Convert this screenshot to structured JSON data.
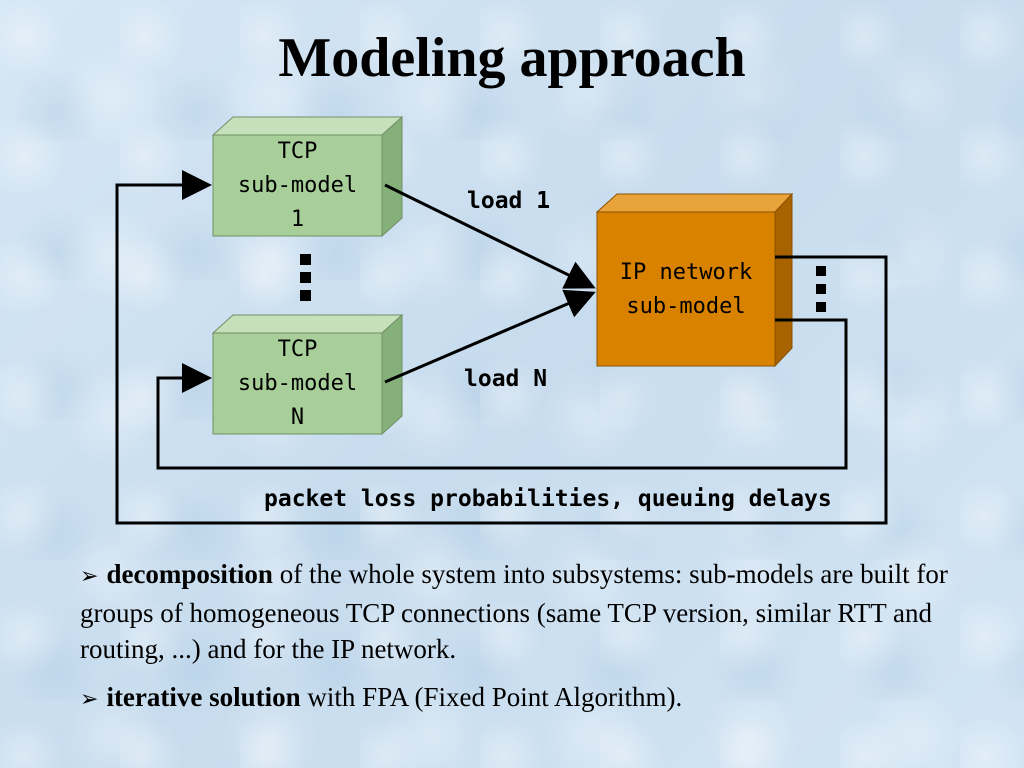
{
  "title": "Modeling approach",
  "diagram": {
    "tcp_box_1": "TCP\nsub-model\n1",
    "tcp_box_n": "TCP\nsub-model\nN",
    "ip_box": "IP network\nsub-model",
    "load_1": "load 1",
    "load_n": "load N",
    "feedback_label": "packet loss probabilities, queuing delays"
  },
  "bullets": [
    {
      "bold": "decomposition",
      "text": " of the whole system into subsystems: sub-models are built for groups of homogeneous TCP connections (same TCP version, similar RTT and routing, ...) and for the IP network."
    },
    {
      "bold": "iterative solution",
      "text": " with FPA (Fixed Point Algorithm)."
    }
  ],
  "colors": {
    "tcp_face": "#a8cf9a",
    "tcp_dark": "#7fae70",
    "ip_face": "#d98200",
    "ip_dark": "#9c5c00"
  }
}
